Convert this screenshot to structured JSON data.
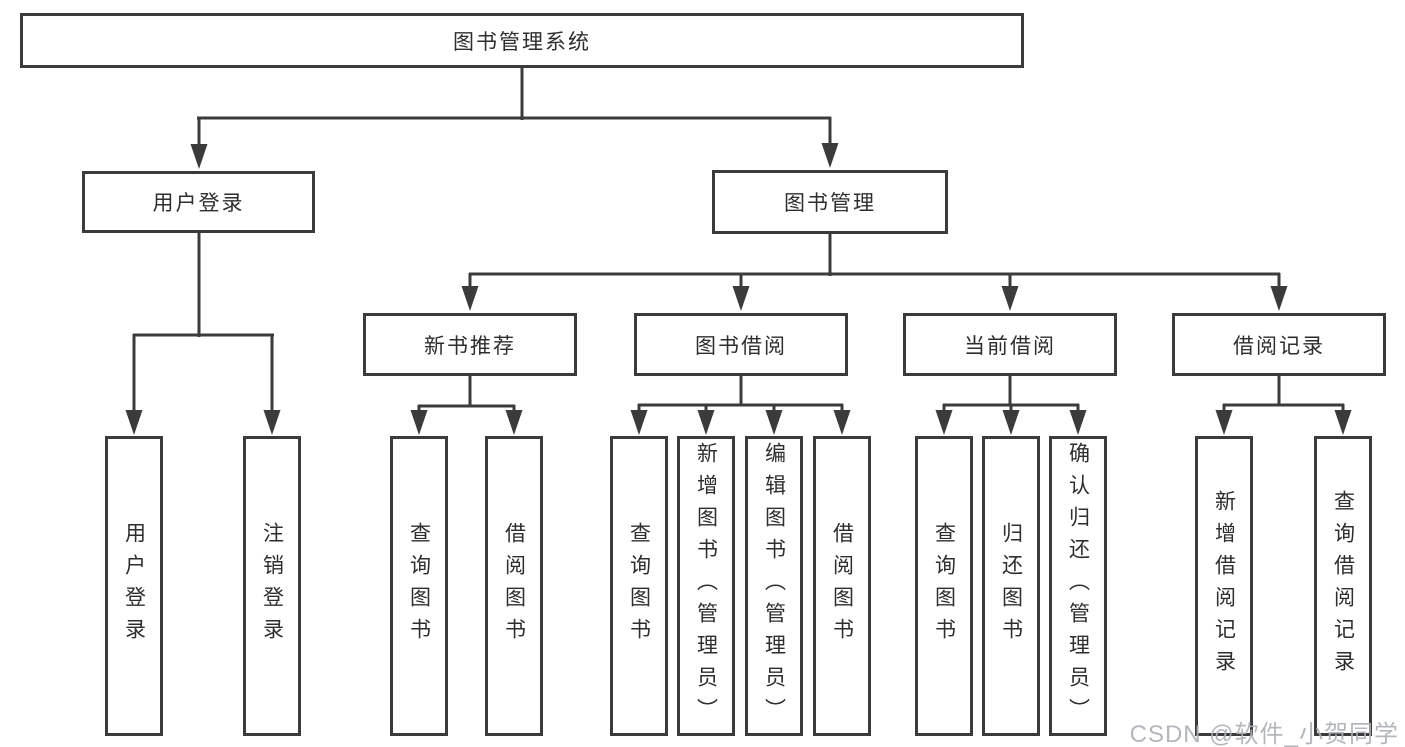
{
  "diagram": {
    "root": {
      "label": "图书管理系统"
    },
    "branches": [
      {
        "label": "用户登录",
        "children": [
          {
            "label": "用户登录"
          },
          {
            "label": "注销登录"
          }
        ]
      },
      {
        "label": "图书管理",
        "children": [
          {
            "label": "新书推荐",
            "children": [
              {
                "label": "查询图书"
              },
              {
                "label": "借阅图书"
              }
            ]
          },
          {
            "label": "图书借阅",
            "children": [
              {
                "label": "查询图书"
              },
              {
                "label": "新增图书（管理员）"
              },
              {
                "label": "编辑图书（管理员）"
              },
              {
                "label": "借阅图书"
              }
            ]
          },
          {
            "label": "当前借阅",
            "children": [
              {
                "label": "查询图书"
              },
              {
                "label": "归还图书"
              },
              {
                "label": "确认归还（管理员）"
              }
            ]
          },
          {
            "label": "借阅记录",
            "children": [
              {
                "label": "新增借阅记录"
              },
              {
                "label": "查询借阅记录"
              }
            ]
          }
        ]
      }
    ]
  },
  "watermark": {
    "text": "CSDN @软件_小贺同学"
  },
  "colors": {
    "line": "#3b3b3b",
    "text": "#2e2e2e",
    "watermark": "#acb1b6",
    "background": "#ffffff"
  }
}
